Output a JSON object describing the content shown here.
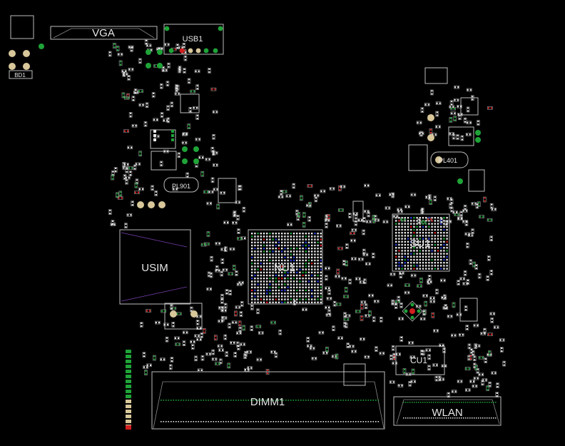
{
  "board": {
    "components": [
      {
        "id": "vga",
        "ref": "VGA"
      },
      {
        "id": "usb1",
        "ref": "USB1"
      },
      {
        "id": "bd1",
        "ref": "BD1"
      },
      {
        "id": "pl901",
        "ref": "PL901"
      },
      {
        "id": "pl401",
        "ref": "PL401"
      },
      {
        "id": "usim",
        "ref": "USIM"
      },
      {
        "id": "nu1",
        "ref": "NU1"
      },
      {
        "id": "su1",
        "ref": "SU1"
      },
      {
        "id": "cu1",
        "ref": "CU1"
      },
      {
        "id": "dimm1",
        "ref": "DIMM1"
      },
      {
        "id": "wlan",
        "ref": "WLAN"
      }
    ],
    "colors": {
      "background": "#000000",
      "outline": "#bdbdbd",
      "pad_white": "#e8e8e8",
      "pad_tan": "#d8c79a",
      "pad_green": "#1fa338",
      "pad_red": "#d22020",
      "pad_blue": "#2c3fd0"
    }
  }
}
